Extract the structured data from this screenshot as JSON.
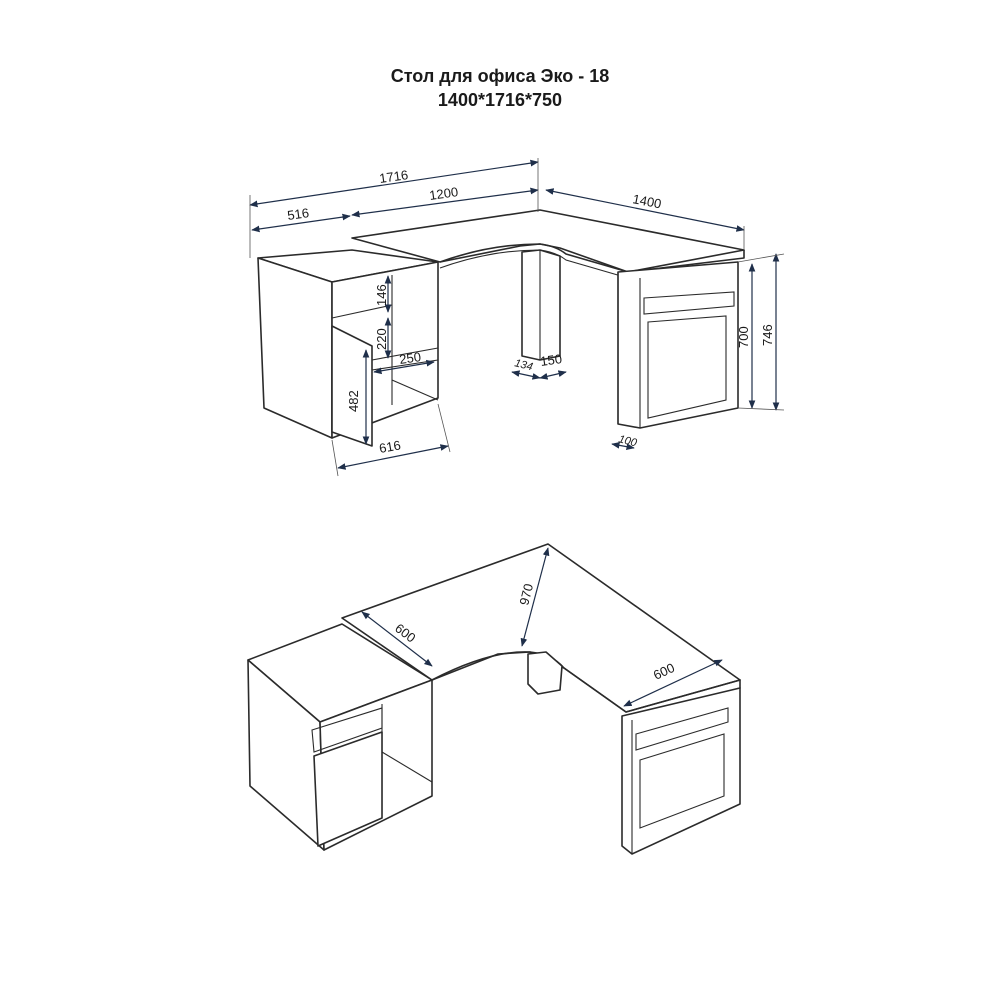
{
  "title": {
    "line1": "Стол для офиса Эко - 18",
    "line2": "1400*1716*750"
  },
  "dimensions_top": {
    "overall_width": "1716",
    "pedestal_width": "516",
    "tabletop_left": "1200",
    "tabletop_right": "1400",
    "shelf_height": "146",
    "shelf2_height": "220",
    "niche_width": "250",
    "door_height": "482",
    "pedestal_depth": "616",
    "leg_depth": "134",
    "leg_width": "150",
    "frame_height": "700",
    "total_height": "746",
    "frame_offset": "100"
  },
  "dimensions_bottom": {
    "depth_left": "600",
    "diagonal": "970",
    "depth_right": "600"
  },
  "colors": {
    "line": "#2b2b2b",
    "dimension": "#1f2f4a",
    "background": "#ffffff"
  }
}
